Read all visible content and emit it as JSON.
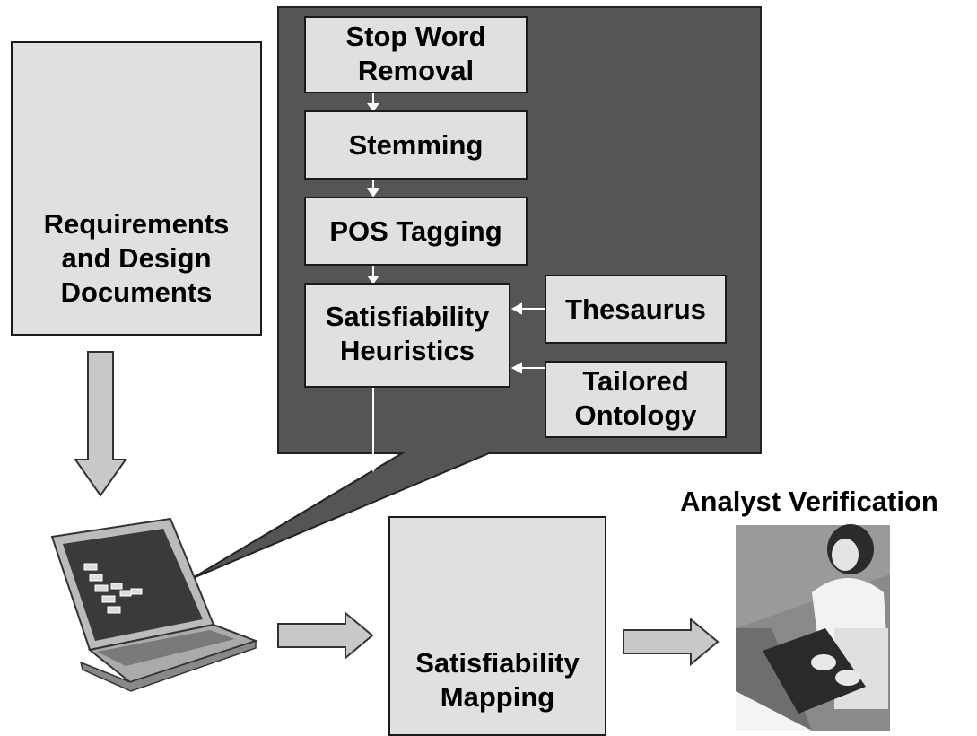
{
  "documents": {
    "label": "Requirements\nand Design\nDocuments"
  },
  "pipeline": {
    "steps": [
      "Stop Word\nRemoval",
      "Stemming",
      "POS Tagging",
      "Satisfiability\nHeuristics"
    ],
    "sources": [
      "Thesaurus",
      "Tailored\nOntology"
    ]
  },
  "output": {
    "label": "Satisfiability\nMapping"
  },
  "verification": {
    "title": "Analyst Verification"
  },
  "colors": {
    "panel": "#555555",
    "box_fill": "#e0e0e0",
    "arrow_fill": "#c8c8c8",
    "page": "#ffffff"
  }
}
